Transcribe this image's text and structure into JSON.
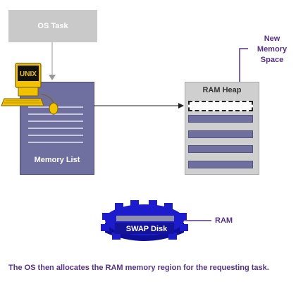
{
  "os_task": {
    "label": "OS Task"
  },
  "memory_list": {
    "label": "Memory List"
  },
  "computer": {
    "screen_text": "UNIX"
  },
  "ram_heap": {
    "title": "RAM Heap",
    "allocated_blocks": 4
  },
  "new_memory_space": {
    "label_line1": "New",
    "label_line2": "Memory",
    "label_line3": "Space"
  },
  "swap_disk": {
    "label": "SWAP Disk"
  },
  "ram": {
    "label": "RAM"
  },
  "caption": {
    "text": "The OS then allocates the RAM memory region for the requesting task."
  },
  "colors": {
    "purple_box": "#6f6fa0",
    "gray_box": "#c9c9c9",
    "label_purple": "#56308a",
    "disk_blue": "#1c1ccc",
    "computer_yellow": "#f2c200"
  }
}
